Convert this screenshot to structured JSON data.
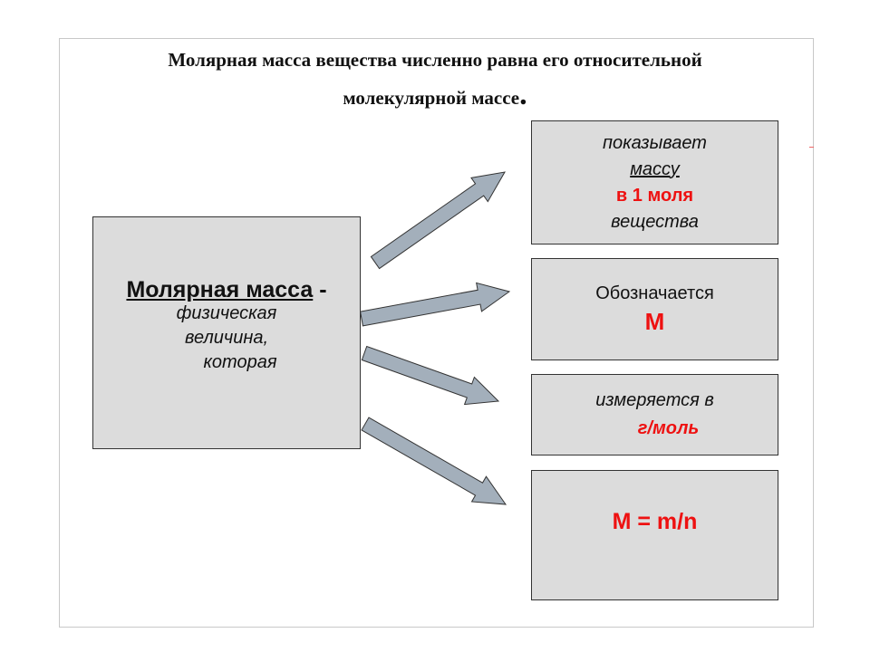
{
  "title": {
    "line1": "Молярная масса вещества численно равна его относительной",
    "line2": "молекулярной массе",
    "period": "."
  },
  "left_box": {
    "term": "Молярная масса",
    "dash": " -",
    "line1": "физическая",
    "line2": "величина,",
    "line3": "которая"
  },
  "boxes": [
    {
      "line1": "показывает",
      "line2": "массу",
      "line3": "в 1 моля",
      "line4": "вещества"
    },
    {
      "line1": "Обозначается",
      "line2": "М"
    },
    {
      "line1": "измеряется в",
      "line2": "г/моль"
    },
    {
      "line1": "М = m/n"
    }
  ],
  "colors": {
    "box_fill": "#dcdcdc",
    "arrow_fill": "#a3afbb",
    "highlight": "#ee1111"
  }
}
